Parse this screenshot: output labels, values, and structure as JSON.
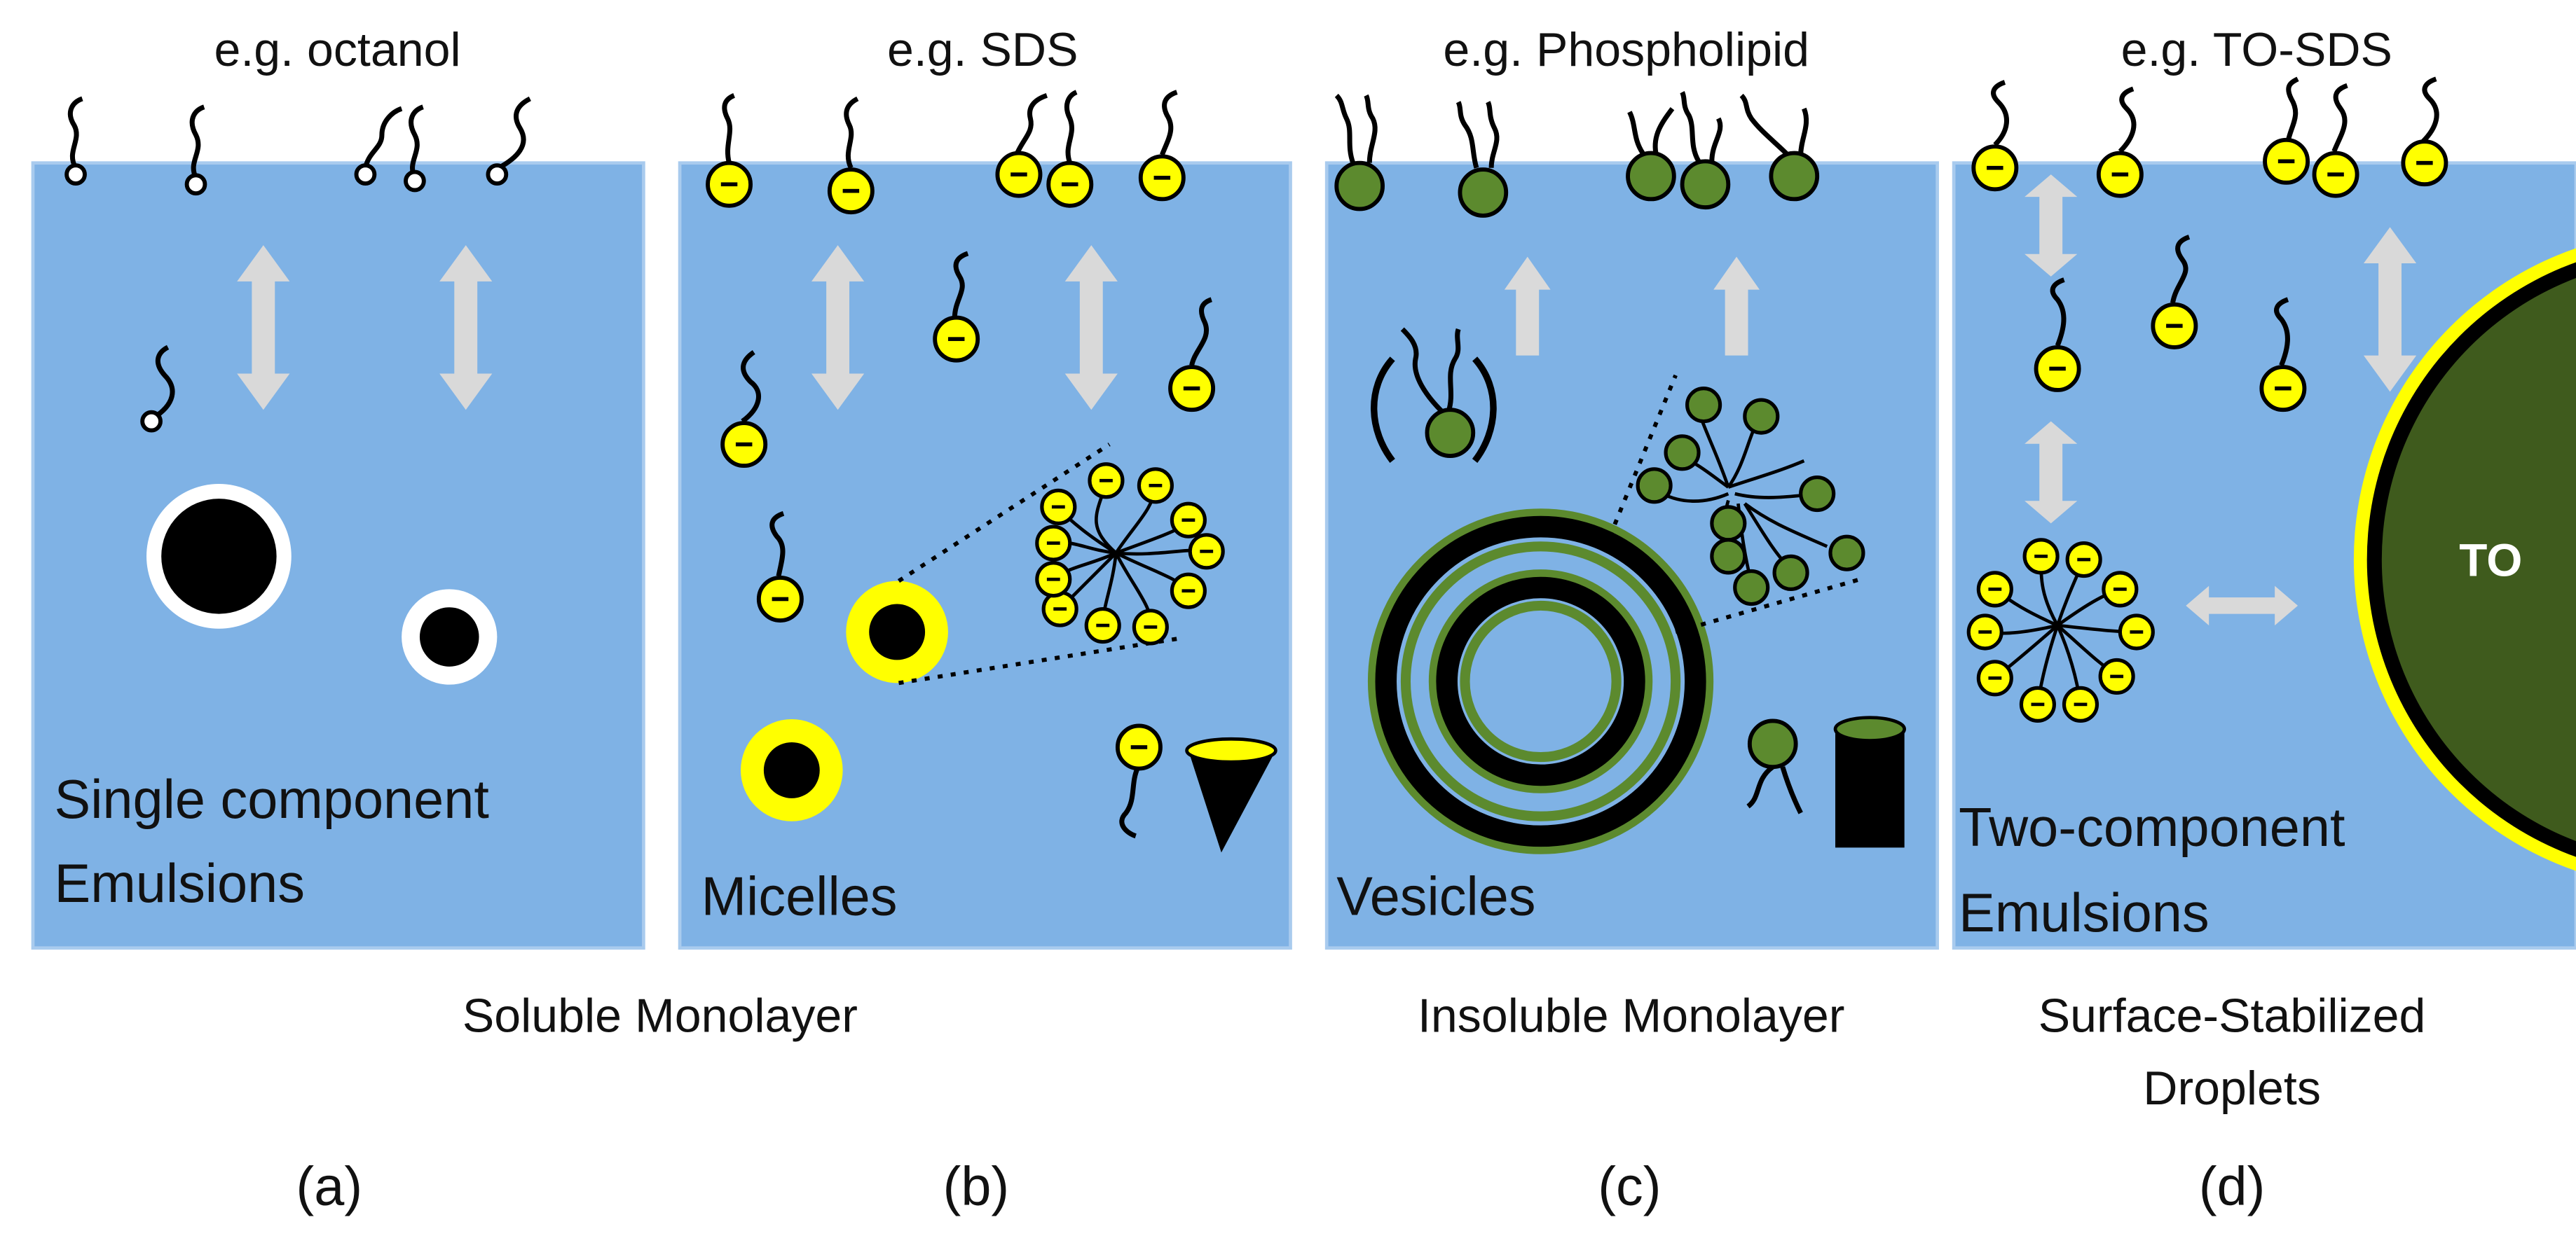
{
  "panels": [
    {
      "example": "e.g. octanol",
      "inner_label_line1": "Single component",
      "inner_label_line2": "Emulsions",
      "letter": "(a)"
    },
    {
      "example": "e.g. SDS",
      "inner_label_line1": "Micelles",
      "letter": "(b)"
    },
    {
      "example": "e.g. Phospholipid",
      "inner_label_line1": "Vesicles",
      "letter": "(c)"
    },
    {
      "example": "e.g. TO-SDS",
      "inner_label_line1": "Two-component",
      "inner_label_line2": "Emulsions",
      "letter": "(d)",
      "droplet_label": "TO"
    }
  ],
  "group_labels": {
    "soluble": "Soluble Monolayer",
    "insoluble": "Insoluble Monolayer",
    "stabilized_line1": "Surface-Stabilized",
    "stabilized_line2": "Droplets"
  },
  "charge_symbol": "−",
  "colors": {
    "water": "#7fb2e5",
    "water_border": "#a9cbee",
    "sds_head": "#ffff00",
    "lipid_head": "#5c8a2e",
    "oil_droplet": "#3f5b1d",
    "arrow": "#d9d9d9"
  }
}
